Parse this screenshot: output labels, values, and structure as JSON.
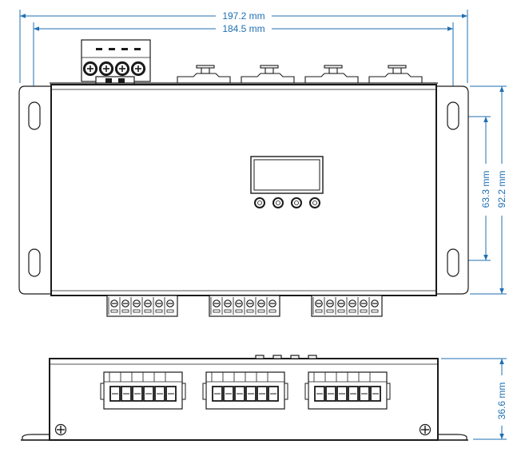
{
  "dimensions": {
    "overall_width": "197.2 mm",
    "inner_width": "184.5 mm",
    "slot_spacing": "63.3 mm",
    "overall_height": "92.2 mm",
    "side_height": "36.6 mm"
  },
  "colors": {
    "dimension_line": "#1f6fb2",
    "outline": "#1a1a1a",
    "background": "#ffffff"
  },
  "components": {
    "top_view": {
      "input_terminal_screws": 4,
      "top_connectors": 4,
      "display_buttons": 4,
      "bottom_terminal_blocks": 3,
      "pins_per_block": 6
    },
    "side_view": {
      "terminal_blocks": 3,
      "pins_per_block": 6,
      "mount_screws": 2
    }
  }
}
